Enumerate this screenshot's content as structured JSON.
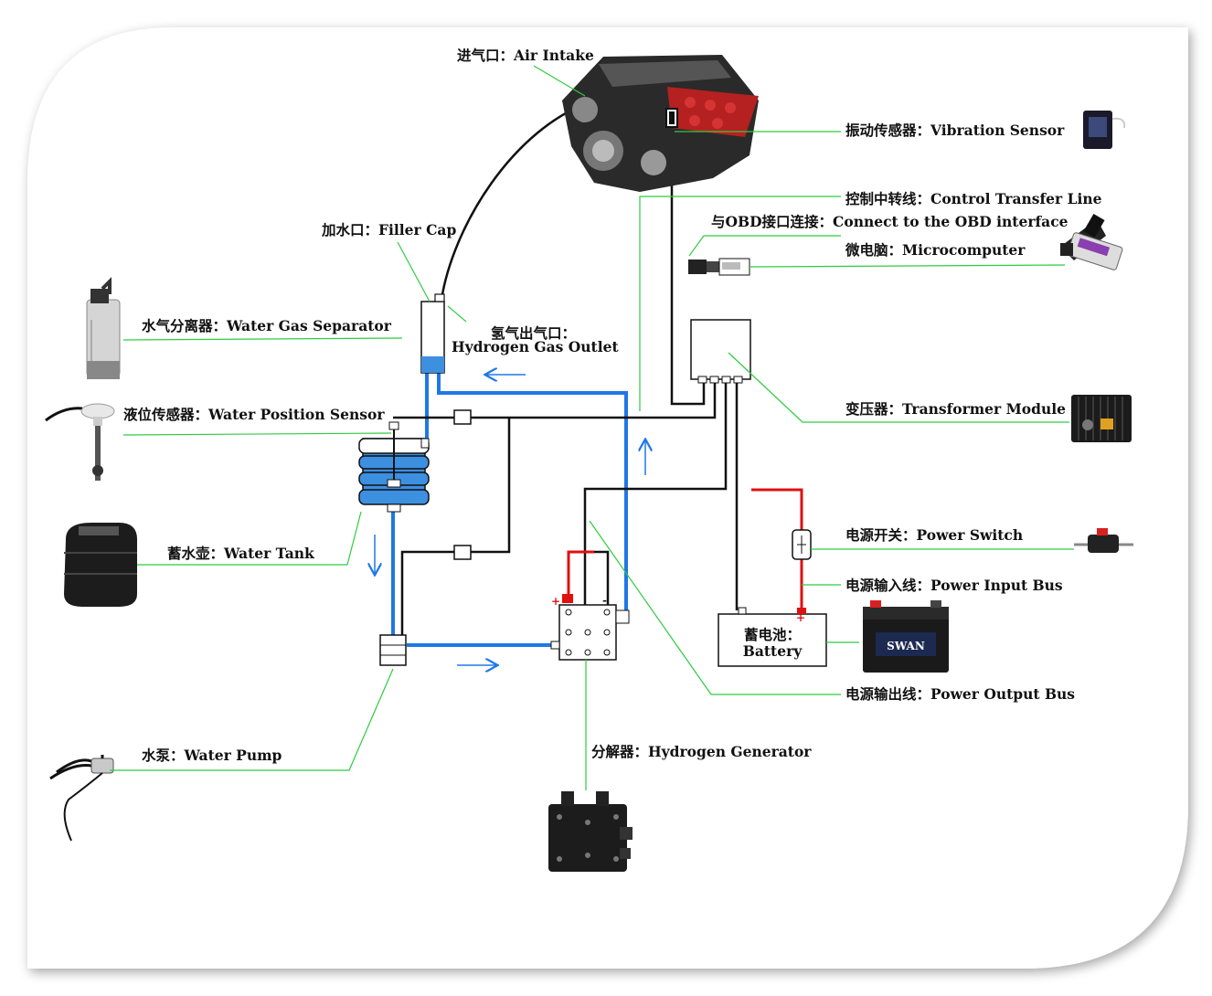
{
  "labels": {
    "air_intake": "进气口：Air Intake",
    "vibration_sensor": "振动传感器：Vibration Sensor",
    "control_transfer_line": "控制中转线：Control Transfer Line",
    "obd_connect": "与OBD接口连接：Connect to the OBD interface",
    "microcomputer": "微电脑：Microcomputer",
    "filler_cap": "加水口：Filler Cap",
    "water_gas_separator": "水气分离器：Water Gas Separator",
    "hydrogen_outlet_cn": "氢气出气口：",
    "hydrogen_outlet_en": "Hydrogen Gas Outlet",
    "water_position_sensor": "液位传感器：Water Position Sensor",
    "transformer_module": "变压器：Transformer Module",
    "water_tank": "蓄水壶：Water Tank",
    "power_switch": "电源开关：Power Switch",
    "power_input_bus": "电源输入线：Power Input Bus",
    "battery_cn": "蓄电池：",
    "battery_en": "Battery",
    "power_output_bus": "电源输出线：Power Output Bus",
    "water_pump": "水泵：Water Pump",
    "hydrogen_generator": "分解器：Hydrogen Generator"
  },
  "colors": {
    "water_line": "#1e78e6",
    "power_positive": "#e01010",
    "signal_line": "#111111",
    "leader_line": "#2ecc40",
    "tank_water": "#3d8fe0"
  },
  "icons": [
    "engine-icon",
    "vibration-sensor-icon",
    "obd-connector-icon",
    "microcomputer-icon",
    "water-gas-separator-icon",
    "water-position-sensor-icon",
    "water-tank-icon",
    "transformer-module-icon",
    "power-switch-icon",
    "car-battery-icon",
    "water-pump-icon",
    "hydrogen-generator-icon"
  ]
}
